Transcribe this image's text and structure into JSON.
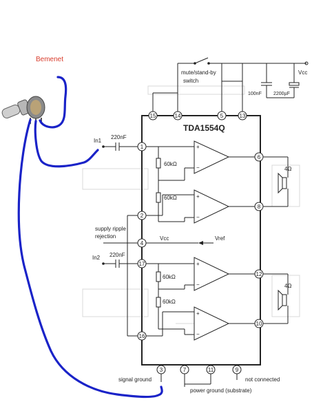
{
  "annotation": {
    "label": "Bemenet",
    "color": "#d83a2a"
  },
  "chip": {
    "name": "TDA1554Q"
  },
  "labels": {
    "mute": "mute/stand-by",
    "switch": "switch",
    "vcc_top": "Vcc",
    "cap_100n": "100nF",
    "cap_2200": "2200µF",
    "in1": "In1",
    "in2": "In2",
    "cap_in1": "220nF",
    "cap_in2": "220nF",
    "res1": "60kΩ",
    "res2": "60kΩ",
    "res3": "60kΩ",
    "res4": "60kΩ",
    "ripple1": "supply ripple",
    "ripple2": "rejection",
    "vcc_mid": "Vcc",
    "vref": "Vref",
    "spk1": "4Ω",
    "spk2": "4Ω",
    "signal_ground": "signal ground",
    "power_ground": "power ground (substrate)",
    "not_connected": "not connected"
  },
  "pins": {
    "p15": "15",
    "p14": "14",
    "p5": "5",
    "p13": "13",
    "p1": "1",
    "p2": "2",
    "p4": "4",
    "p17": "17",
    "p16": "16",
    "p3": "3",
    "p7": "7",
    "p11": "11",
    "p9": "9",
    "r6": "6",
    "r8": "8",
    "r12": "12",
    "r10": "10"
  },
  "opamp_signs": {
    "plus": "+",
    "minus": "−"
  },
  "colors": {
    "drawing": "#1a23c8",
    "line": "#222222"
  }
}
